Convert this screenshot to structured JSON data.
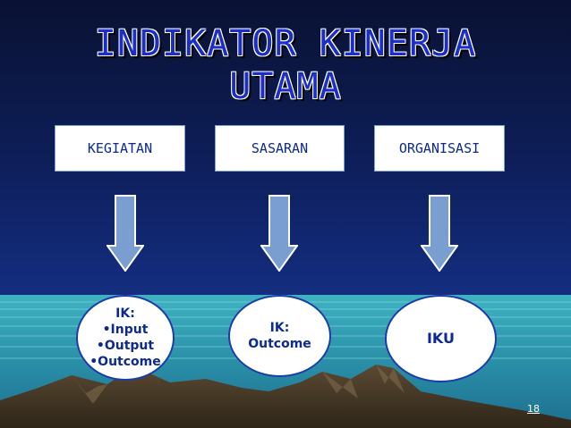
{
  "slide": {
    "title_lines": [
      "INDIKATOR KINERJA",
      "UTAMA"
    ],
    "page_number": "18"
  },
  "columns": [
    {
      "header": "KEGIATAN",
      "result_lines": [
        "IK:",
        "•Input",
        "•Output",
        "•Outcome"
      ]
    },
    {
      "header": "SASARAN",
      "result_lines": [
        "IK:",
        "Outcome"
      ]
    },
    {
      "header": "ORGANISASI",
      "result_lines": [
        "IKU"
      ]
    }
  ],
  "colors": {
    "title_text": "#1b2ec8",
    "box_text": "#0e2a8f",
    "arrow_fill": "#7a9ed0",
    "arrow_stroke": "#ffffff"
  }
}
